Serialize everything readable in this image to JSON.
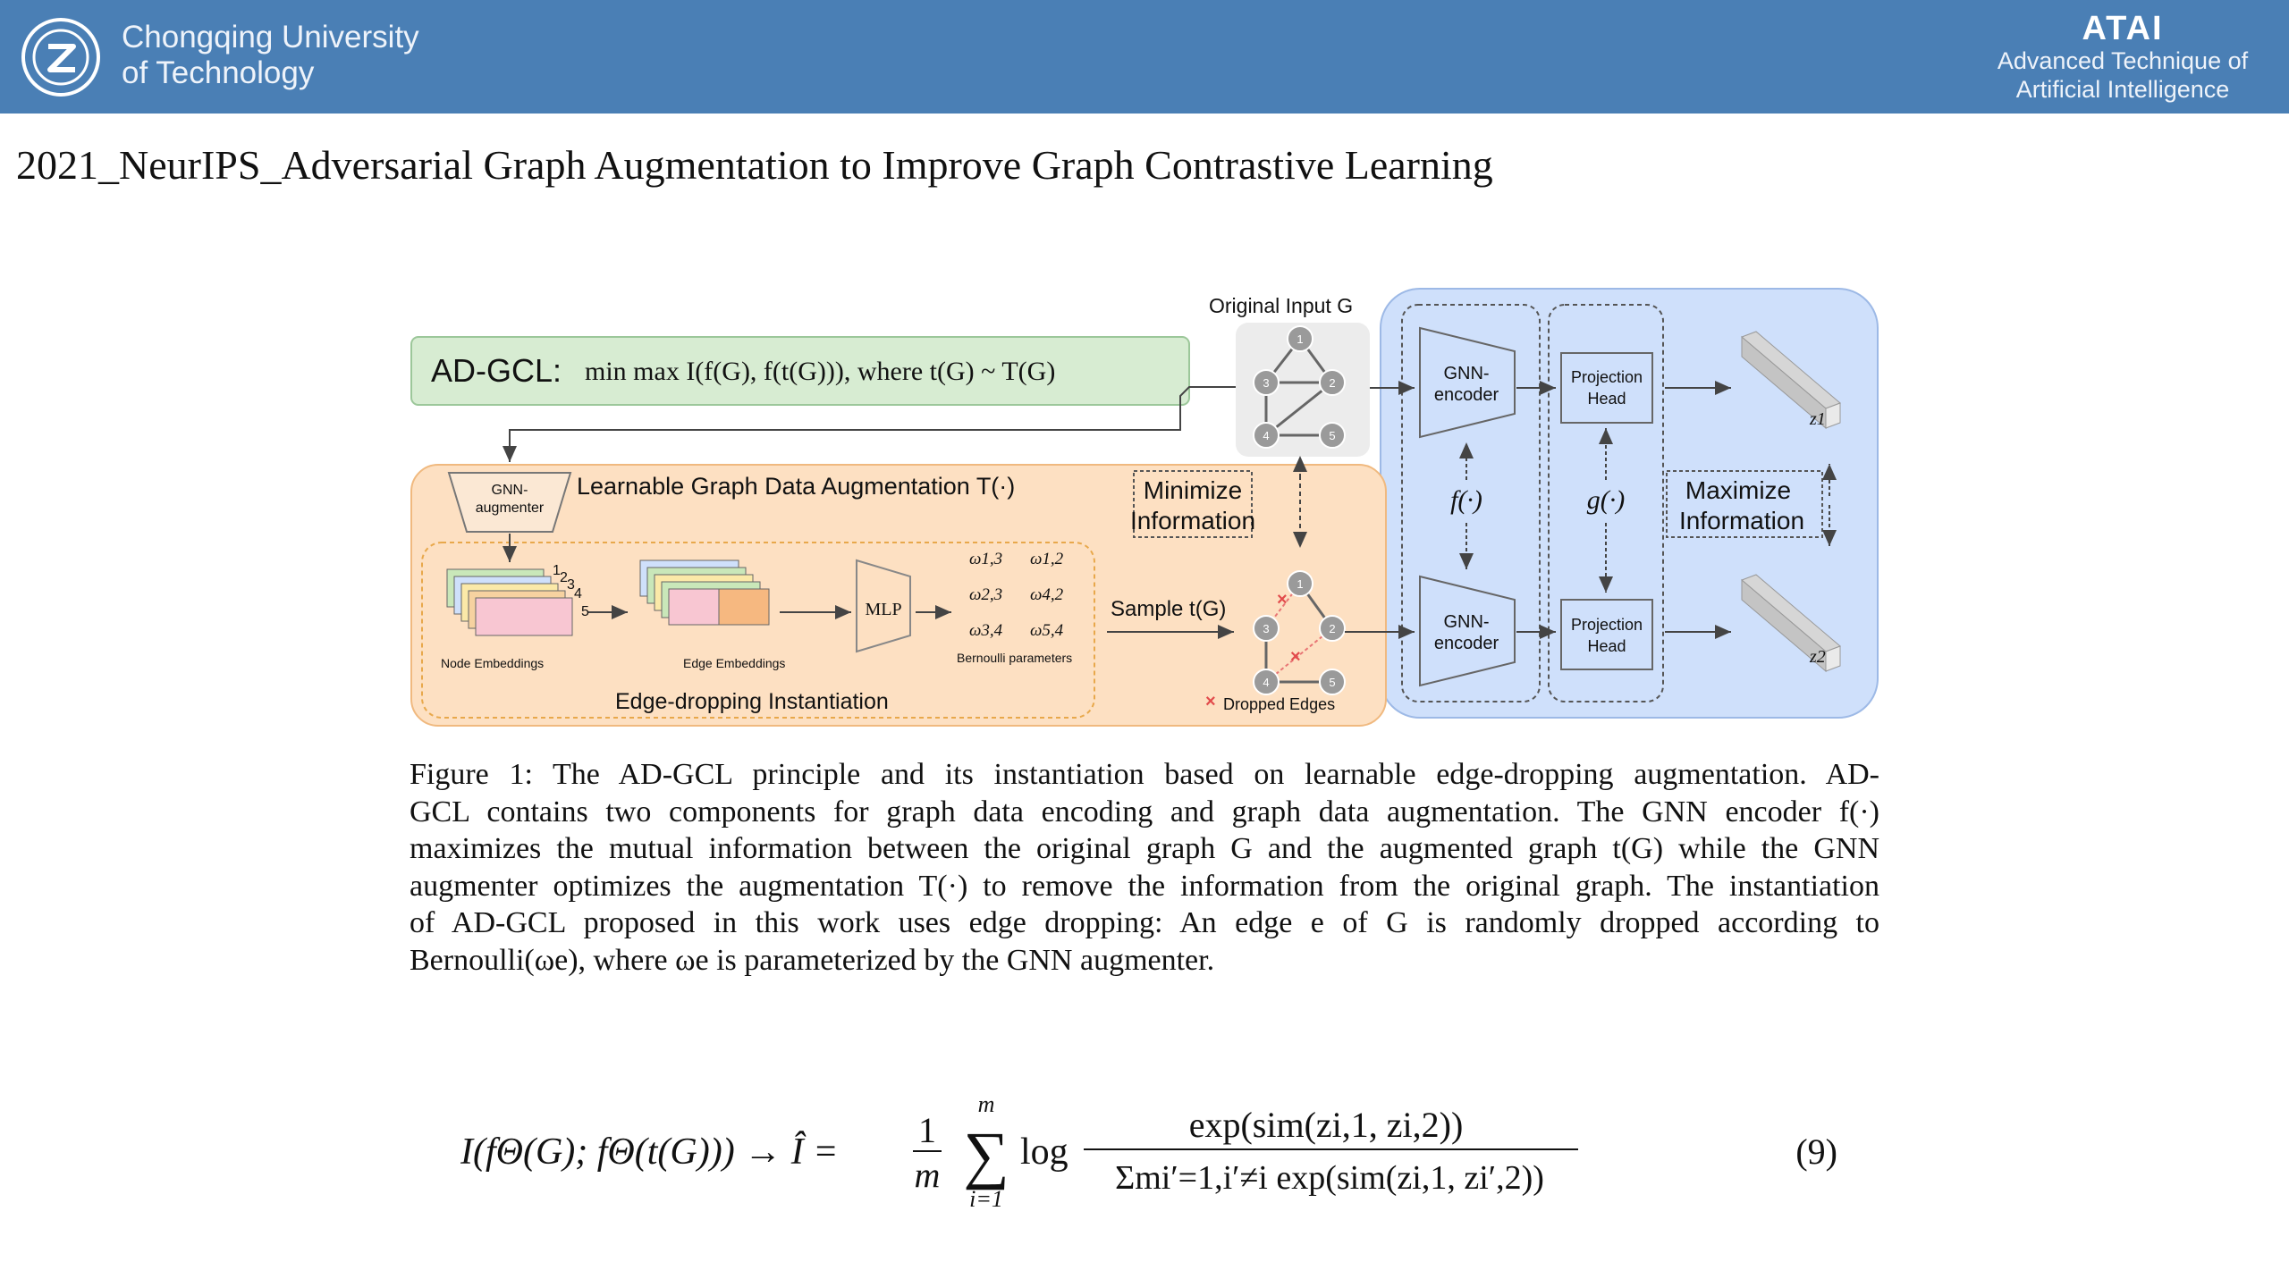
{
  "header": {
    "university": [
      "Chongqing University",
      "of Technology"
    ],
    "lab_short": "ATAI",
    "lab_full": [
      "Advanced Technique of",
      "Artificial  Intelligence"
    ],
    "bg_color": "#4a7fb5"
  },
  "slide_title": "2021_NeurIPS_Adversarial Graph Augmentation to Improve Graph Contrastive Learning",
  "figure": {
    "objective_prefix": "AD-GCL:",
    "objective_formula": "min max I(f(G), f(t(G))), where t(G) ~ T(G)",
    "original_input": "Original Input G",
    "gnn_augmenter": [
      "GNN-",
      "augmenter"
    ],
    "learnable_aug": "Learnable Graph Data Augmentation T(·)",
    "minimize": [
      "Minimize",
      "Information"
    ],
    "maximize": [
      "Maximize",
      "Information"
    ],
    "node_embeddings": "Node Embeddings",
    "edge_embeddings": "Edge Embeddings",
    "mlp": "MLP",
    "weights": [
      "ω1,3",
      "ω1,2",
      "ω2,3",
      "ω4,2",
      "ω3,4",
      "ω5,4"
    ],
    "bernoulli": "Bernoulli parameters",
    "sample": "Sample t(G)",
    "edge_dropping": "Edge-dropping Instantiation",
    "dropped_edges": "Dropped Edges",
    "gnn_encoder": [
      "GNN-",
      "encoder"
    ],
    "projection_head": [
      "Projection",
      "Head"
    ],
    "f": "f(·)",
    "g": "g(·)",
    "z1": "z1",
    "z2": "z2",
    "node_numbers": [
      "1",
      "2",
      "3",
      "4",
      "5"
    ]
  },
  "caption_lines": [
    "Figure 1: The AD-GCL principle and its instantiation based on learnable edge-dropping augmentation. AD-",
    "GCL contains two components for graph data encoding and graph data augmentation. The GNN encoder f(·)",
    "maximizes the mutual information between the original graph G and the augmented graph t(G) while the GNN",
    "augmenter optimizes the augmentation T(·) to remove the information from the original graph. The instantiation",
    "of AD-GCL proposed in this work uses edge dropping: An edge e of G is randomly dropped according to",
    "Bernoulli(ωe), where ωe is parameterized by the GNN augmenter."
  ],
  "equation": {
    "lhs": "I(fΘ(G); fΘ(t(G))) → Î =",
    "frac_num": "1",
    "frac_den": "m",
    "sum_top": "m",
    "sum_bottom": "i=1",
    "log": "log",
    "numerator": "exp(sim(zi,1, zi,2))",
    "denominator": "Σmi′=1,i′≠i exp(sim(zi,1, zi′,2))",
    "number": "(9)"
  }
}
